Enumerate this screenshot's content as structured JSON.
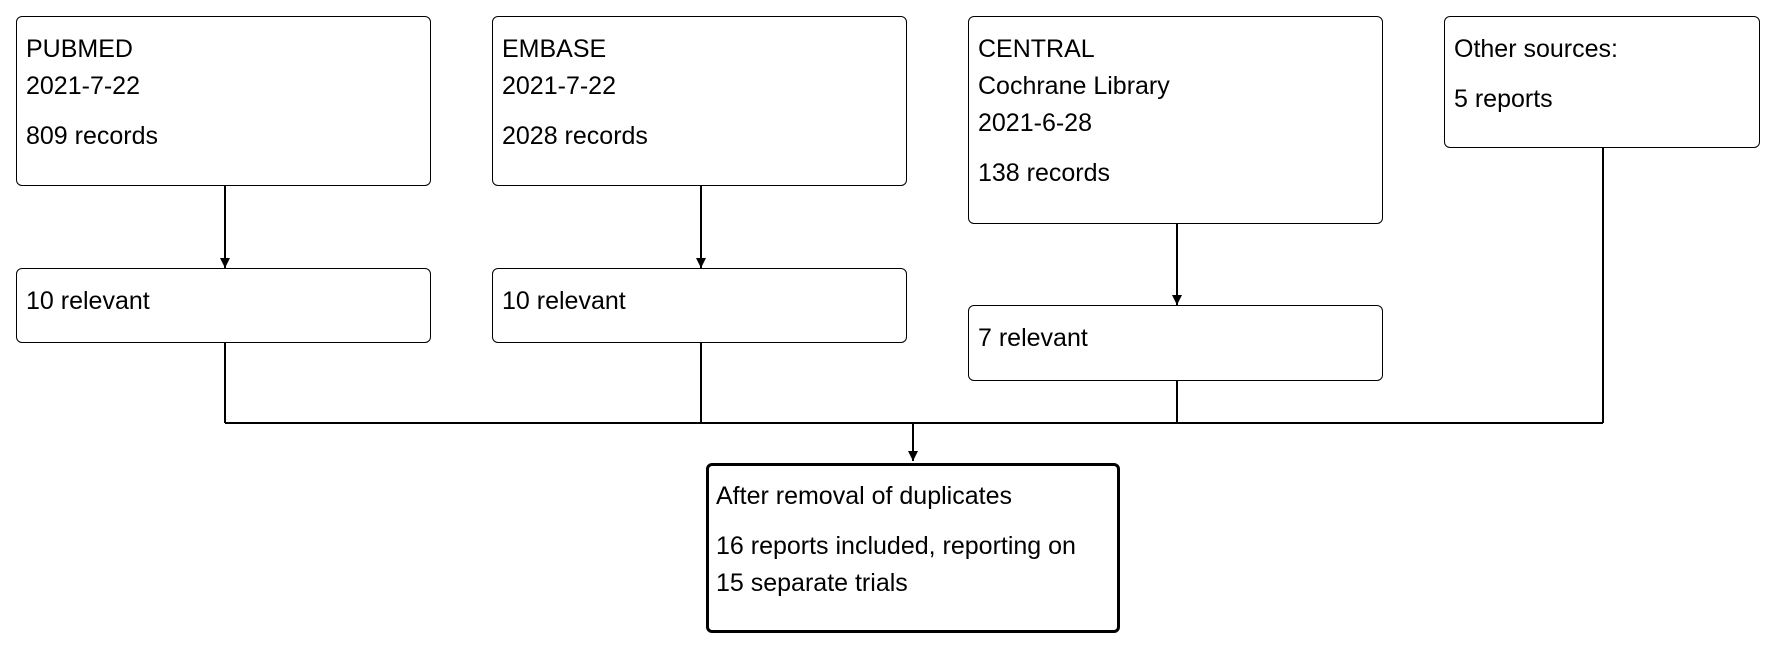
{
  "sources": [
    {
      "title": "PUBMED",
      "lines": [
        "2021-7-22"
      ],
      "records": "809 records",
      "relevant": "10 relevant"
    },
    {
      "title": "EMBASE",
      "lines": [
        "2021-7-22"
      ],
      "records": "2028 records",
      "relevant": "10 relevant"
    },
    {
      "title": "CENTRAL",
      "lines": [
        "Cochrane Library",
        "2021-6-28"
      ],
      "records": "138 records",
      "relevant": "7 relevant"
    },
    {
      "title": "Other sources:",
      "lines": [],
      "records": "5 reports"
    }
  ],
  "result": {
    "title": "After removal of duplicates",
    "text": "16 reports included, reporting on 15 separate trials"
  }
}
